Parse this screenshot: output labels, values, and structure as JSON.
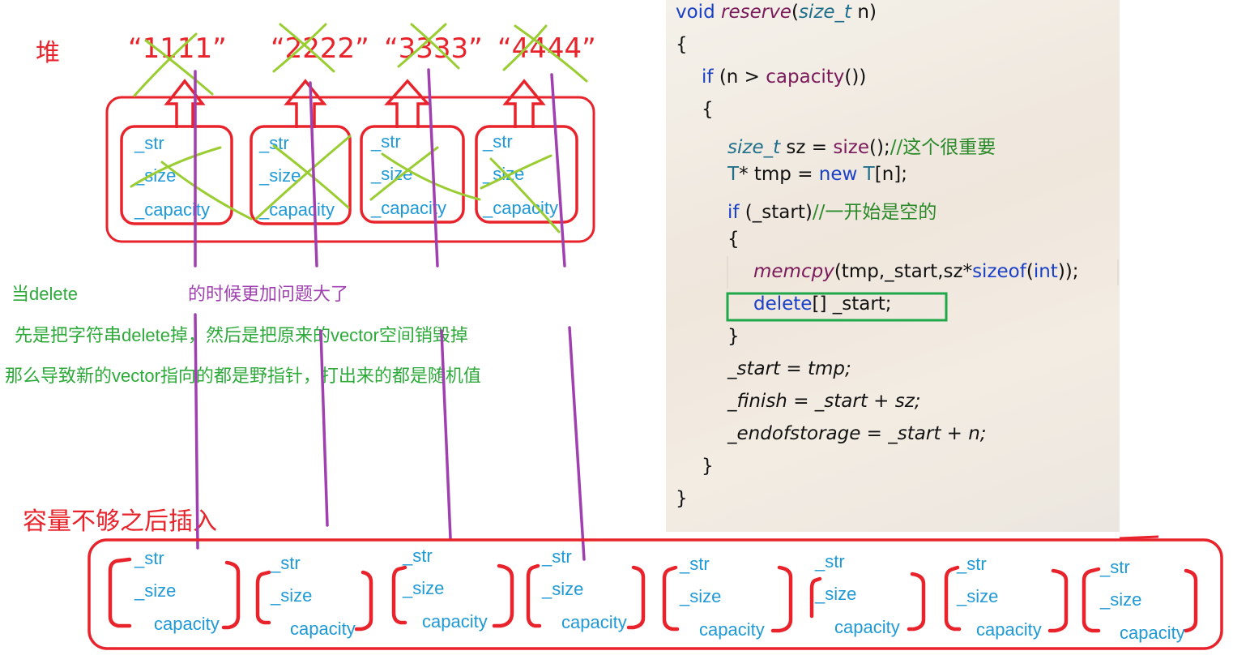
{
  "heap_label": "堆",
  "heap_strings": [
    "“1111”",
    "“2222”",
    "“3333”",
    "“4444”"
  ],
  "fields": [
    "_str",
    "_size",
    "_capacity"
  ],
  "new_fields": [
    "_str",
    "_size",
    "capacity"
  ],
  "notes": {
    "line1_a": "当delete",
    "line1_b": "的时候更加问题大了",
    "line2": "先是把字符串delete掉，然后是把原来的vector空间销毁掉",
    "line3": "那么导致新的vector指向的都是野指针，打出来的都是随机值"
  },
  "insert_title": "容量不够之后插入",
  "code": {
    "l1_kw": "void",
    "l1_fn": "reserve",
    "l1_ty": "size_t",
    "l1_p": "n",
    "l2": "{",
    "l3_kw": "if",
    "l3_a": "(n > ",
    "l3_fn": "capacity",
    "l3_b": "())",
    "l4": "{",
    "l5_ty": "size_t",
    "l5_a": " sz = ",
    "l5_fn": "size",
    "l5_b": "();",
    "l5_cm": "//这个很重要",
    "l6_ty": "T",
    "l6_a": "* tmp = ",
    "l6_kw": "new",
    "l6_ty2": " T",
    "l6_b": "[n];",
    "l7_kw": "if",
    "l7_a": " (_start)",
    "l7_cm": "//一开始是空的",
    "l8": "{",
    "l9_fn": "memcpy",
    "l9_a": "(tmp,_start,sz*",
    "l9_kw": "sizeof",
    "l9_b": "(",
    "l9_kw2": "int",
    "l9_c": "));",
    "l10_kw": "delete",
    "l10_a": "[] _start;",
    "l11": "}",
    "l12": "_start = tmp;",
    "l13": "_finish = _start + sz;",
    "l14": "_endofstorage = _start + n;",
    "l15": "}",
    "l16": "}"
  },
  "colors": {
    "red": "#e8232b",
    "green": "#2daa3a",
    "purple": "#a040b0",
    "blue": "#1f9ad6",
    "lime": "#9acd32",
    "highlight_box": "#1fa84a"
  }
}
